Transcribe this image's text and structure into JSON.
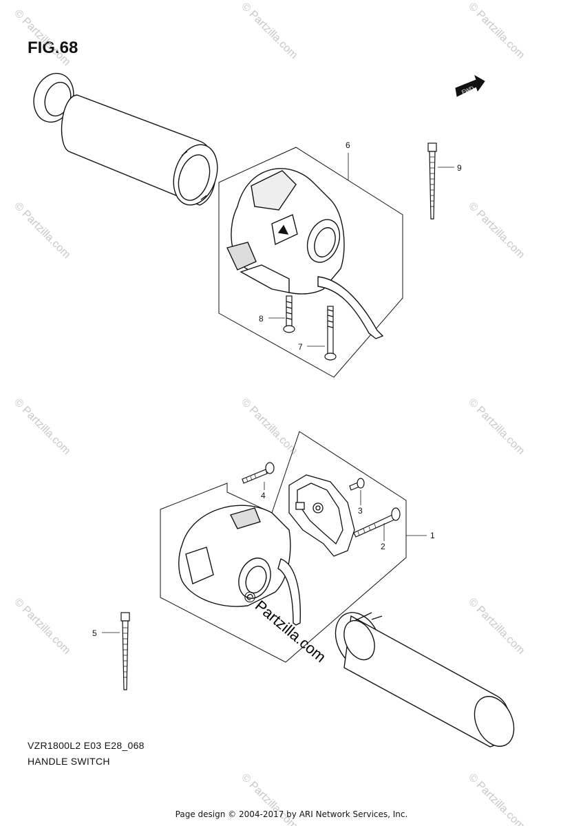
{
  "figure": {
    "title": "FIG.68",
    "model_code": "VZR1800L2 E03 E28_068",
    "section_name": "HANDLE SWITCH",
    "fwd_label": "FWD"
  },
  "callouts": [
    "1",
    "2",
    "3",
    "4",
    "5",
    "6",
    "7",
    "8",
    "9"
  ],
  "watermark": {
    "small": "© Partzilla.com",
    "large": "© Partzilla.com"
  },
  "footer": {
    "text": "Page design © 2004-2017 by ARI Network Services, Inc."
  }
}
